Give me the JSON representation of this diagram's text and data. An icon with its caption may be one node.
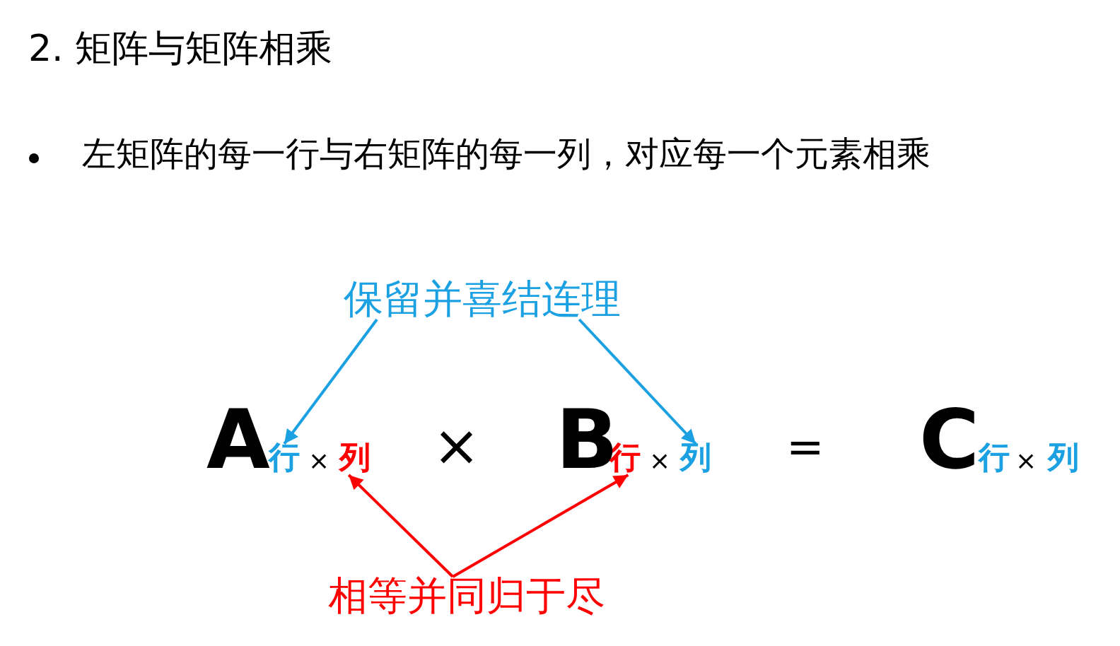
{
  "diagram": {
    "title": "2.   矩阵与矩阵相乘",
    "nodes": [
      {
        "text": [
          "保留并喜结连理"
        ]
      },
      {
        "text": [
          "行"
        ]
      },
      {
        "text": [
          "列"
        ]
      },
      {
        "text": [
          "行"
        ]
      },
      {
        "text": [
          "列"
        ]
      },
      {
        "text": [
          "相等并同归于尽"
        ]
      }
    ],
    "edges": [
      {
        "from": 0,
        "to": 1,
        "arrow": "to",
        "color": "#1ba1e2"
      },
      {
        "from": 0,
        "to": 4,
        "arrow": "to",
        "color": "#1ba1e2"
      },
      {
        "from": 5,
        "to": 2,
        "arrow": "to",
        "color": "#ff0000"
      },
      {
        "from": 5,
        "to": 3,
        "arrow": "to",
        "color": "#ff0000"
      }
    ],
    "labels": [
      "左矩阵的每一行与右矩阵的每一列，对应每一个元素相乘",
      "A",
      "×",
      "×",
      "B",
      "×",
      "=",
      "C",
      "行",
      "×",
      "列"
    ]
  }
}
